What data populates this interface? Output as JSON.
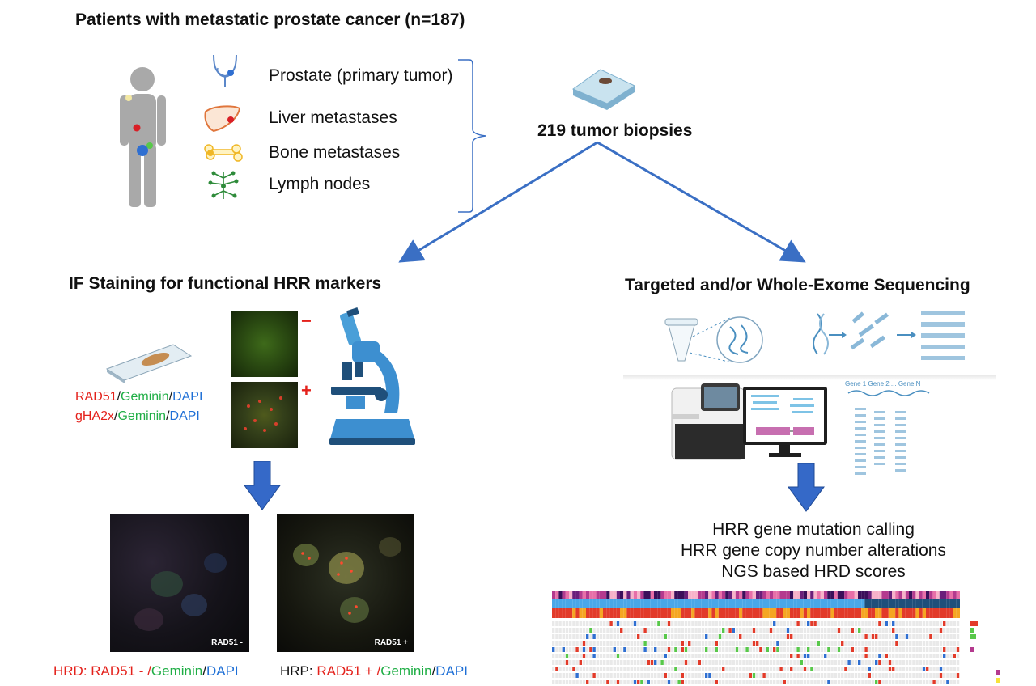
{
  "header": {
    "title": "Patients with metastatic prostate cancer (n=187)"
  },
  "sites": [
    {
      "label": "Prostate (primary tumor)",
      "icon": "prostate-icon"
    },
    {
      "label": "Liver metastases",
      "icon": "liver-icon"
    },
    {
      "label": "Bone metastases",
      "icon": "bone-icon"
    },
    {
      "label": "Lymph nodes",
      "icon": "lymph-node-icon"
    }
  ],
  "biopsies": {
    "label": "219 tumor biopsies",
    "icon": "tissue-cassette-icon"
  },
  "left_branch": {
    "title": "IF Staining for functional HRR markers",
    "stain1": {
      "a": "RAD51",
      "sep1": "/",
      "b": "Geminin",
      "sep2": "/",
      "c": "DAPI"
    },
    "stain2": {
      "a": "gHA2x",
      "sep1": "/",
      "b": "Geminin",
      "sep2": "/",
      "c": "DAPI"
    },
    "minus_sign": "−",
    "plus_sign": "+",
    "panel_left_label": "RAD51 -",
    "panel_right_label": "RAD51 +",
    "hrd": {
      "prefix": "HRD: RAD51 - /",
      "geminin": "Geminin",
      "sep": "/",
      "dapi": "DAPI"
    },
    "hrp": {
      "prefix": "HRP: ",
      "rad": "RAD51 + /",
      "geminin": "Geminin",
      "sep": "/",
      "dapi": "DAPI"
    }
  },
  "right_branch": {
    "title": "Targeted and/or Whole-Exome Sequencing",
    "gene_labels": "Gene 1  Gene 2 ... Gene N",
    "outputs": [
      "HRR gene mutation calling",
      "HRR gene copy number alterations",
      "NGS based HRD scores"
    ]
  },
  "colors": {
    "arrow": "#3a6fc4",
    "down_arrow": "#3569c8",
    "body_grey": "#a9a9a9",
    "red": "#e4211b",
    "green": "#1fae45",
    "blue": "#1e6fd6"
  }
}
